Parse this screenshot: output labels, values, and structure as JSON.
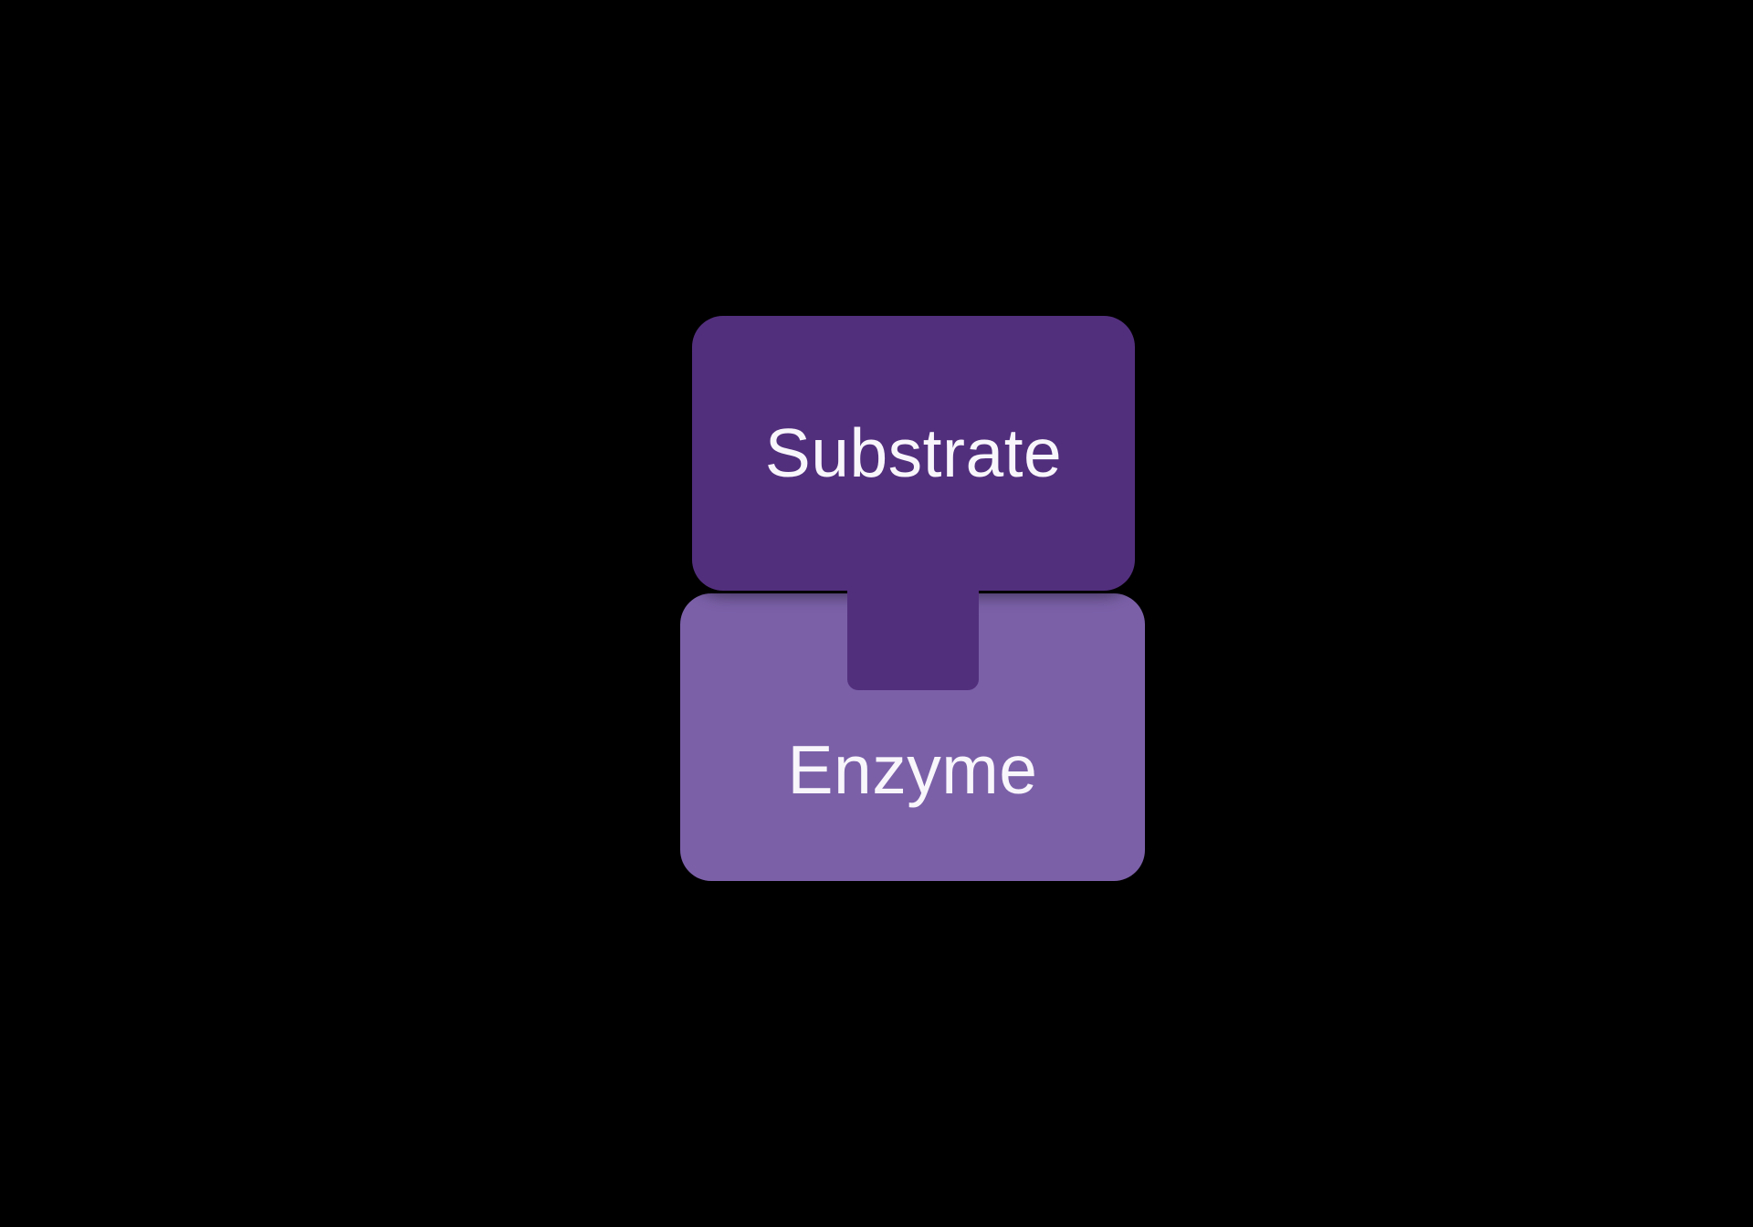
{
  "diagram": {
    "background": "#000000",
    "label_color": "#F8F6FB",
    "nodes": [
      {
        "id": "substrate",
        "label": "Substrate",
        "fill": "#522F7D"
      },
      {
        "id": "enzyme",
        "label": "Enzyme",
        "fill": "#7B60A8"
      }
    ]
  }
}
